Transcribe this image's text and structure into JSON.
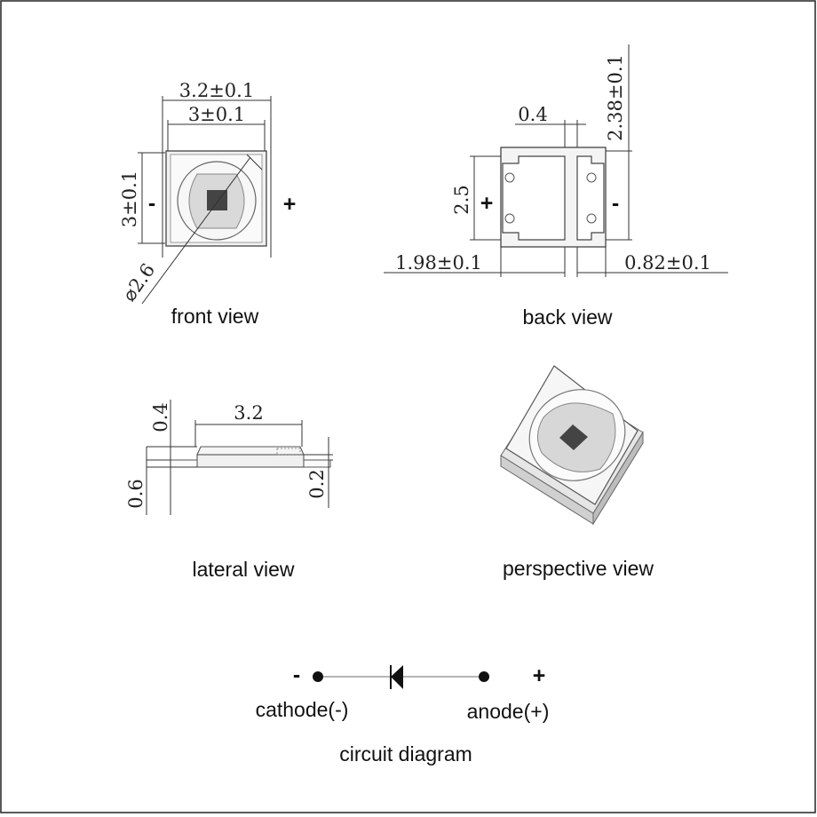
{
  "front_view": {
    "caption": "front view",
    "width_outer": "3.2±0.1",
    "width_inner": "3±0.1",
    "height": "3±0.1",
    "diameter": "⌀2.6",
    "minus": "-",
    "plus": "+"
  },
  "back_view": {
    "caption": "back view",
    "gap": "0.4",
    "height_total": "2.38±0.1",
    "pad_height": "2.5",
    "left_width": "1.98±0.1",
    "right_width": "0.82±0.1",
    "plus": "+",
    "minus": "-"
  },
  "lateral_view": {
    "caption": "lateral view",
    "length": "3.2",
    "top_thickness": "0.4",
    "total_thickness": "0.6",
    "base_thickness": "0.2"
  },
  "perspective_view": {
    "caption": "perspective view"
  },
  "circuit": {
    "caption": "circuit diagram",
    "cathode_sign": "-",
    "anode_sign": "+",
    "cathode_label": "cathode(-)",
    "anode_label": "anode(+)"
  },
  "colors": {
    "border": "#222222",
    "chip": "#444444",
    "body_fill": "#f1f1f1",
    "lens_fill": "#d9d9d9"
  }
}
